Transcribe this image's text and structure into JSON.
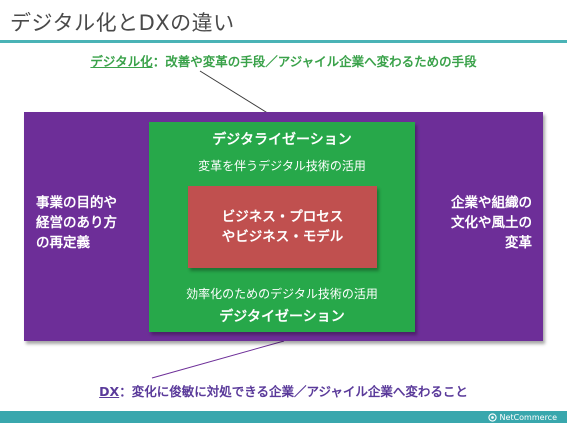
{
  "title": "デジタル化とDXの違い",
  "top_banner": {
    "key": "デジタル化",
    "text": "：改善や変革の手段／アジャイル企業へ変わるための手段"
  },
  "bottom_banner": {
    "key": "DX",
    "text": "：変化に俊敏に対処できる企業／アジャイル企業へ変わること"
  },
  "outer_box": {
    "left_text": [
      "事業の目的や",
      "経営のあり方",
      "の再定義"
    ],
    "right_text": [
      "企業や組織の",
      "文化や風土の",
      "変革"
    ]
  },
  "green_box": {
    "title_top": "デジタライゼーション",
    "subtitle_top": "変革を伴うデジタル技術の活用",
    "subtitle_bottom": "効率化のためのデジタル技術の活用",
    "title_bottom": "デジタイゼーション"
  },
  "red_box": {
    "lines": [
      "ビジネス・プロセス",
      "やビジネス・モデル"
    ]
  },
  "footer": {
    "logo_text": "NetCommerce"
  },
  "colors": {
    "outer": "#6d2e98",
    "green": "#27a84a",
    "red": "#c0504f",
    "accent": "#39a7ad",
    "top_banner_text": "#3aa24a",
    "bottom_banner_text": "#5a3a9a"
  }
}
